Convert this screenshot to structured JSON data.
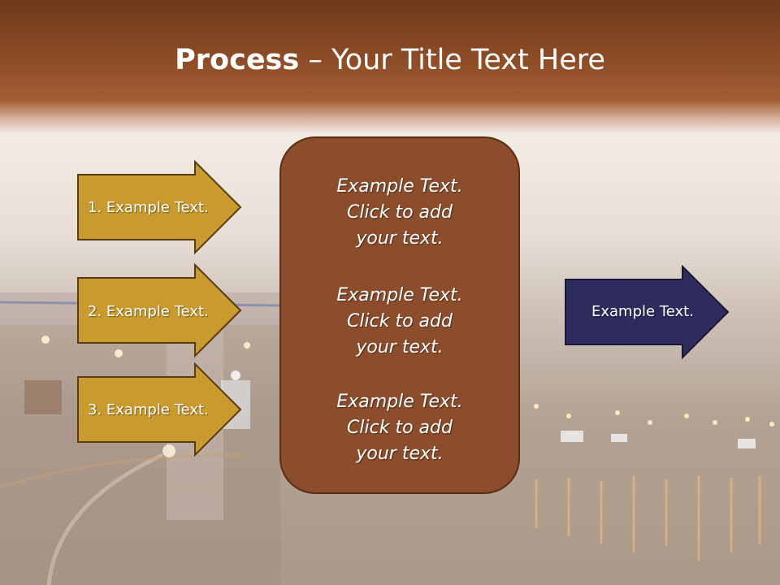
{
  "title": {
    "bold": "Process",
    "dash": " – ",
    "rest": "Your Title Text Here"
  },
  "left_arrows": [
    "1. Example Text.",
    "2. Example Text.",
    "3. Example Text."
  ],
  "center_box": {
    "items": [
      {
        "line1": "Example Text.",
        "line2": "Click  to add",
        "line3": "your text."
      },
      {
        "line1": "Example Text.",
        "line2": "Click  to add",
        "line3": "your text."
      },
      {
        "line1": "Example Text.",
        "line2": "Click  to add",
        "line3": "your text."
      }
    ]
  },
  "right_arrow": "Example Text.",
  "colors": {
    "title_band": "#8a4a25",
    "left_arrow_fill": "#c99a2e",
    "arrow_border": "#5a3a10",
    "center_box_fill": "#8b4d2b",
    "right_arrow_fill": "#2e2b5f"
  }
}
